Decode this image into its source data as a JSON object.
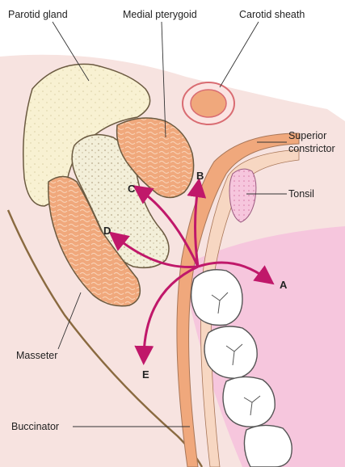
{
  "labels": {
    "parotid_gland": "Parotid gland",
    "medial_pterygoid": "Medial pterygoid",
    "carotid_sheath": "Carotid sheath",
    "superior_constrictor_line1": "Superior",
    "superior_constrictor_line2": "constrictor",
    "tonsil": "Tonsil",
    "masseter": "Masseter",
    "buccinator": "Buccinator"
  },
  "arrows": {
    "a": "A",
    "b": "B",
    "c": "C",
    "d": "D",
    "e": "E"
  },
  "colors": {
    "background_tissue": "#f7e3e0",
    "muscle": "#f0a87c",
    "muscle_pattern": "#f7c9aa",
    "gland": "#f8f1d2",
    "bone": "#f3efd9",
    "mucosa": "#f6c6dd",
    "vessel_ring": "#e9898c",
    "arrow": "#c0186a",
    "outline": "#5a4a3a"
  }
}
